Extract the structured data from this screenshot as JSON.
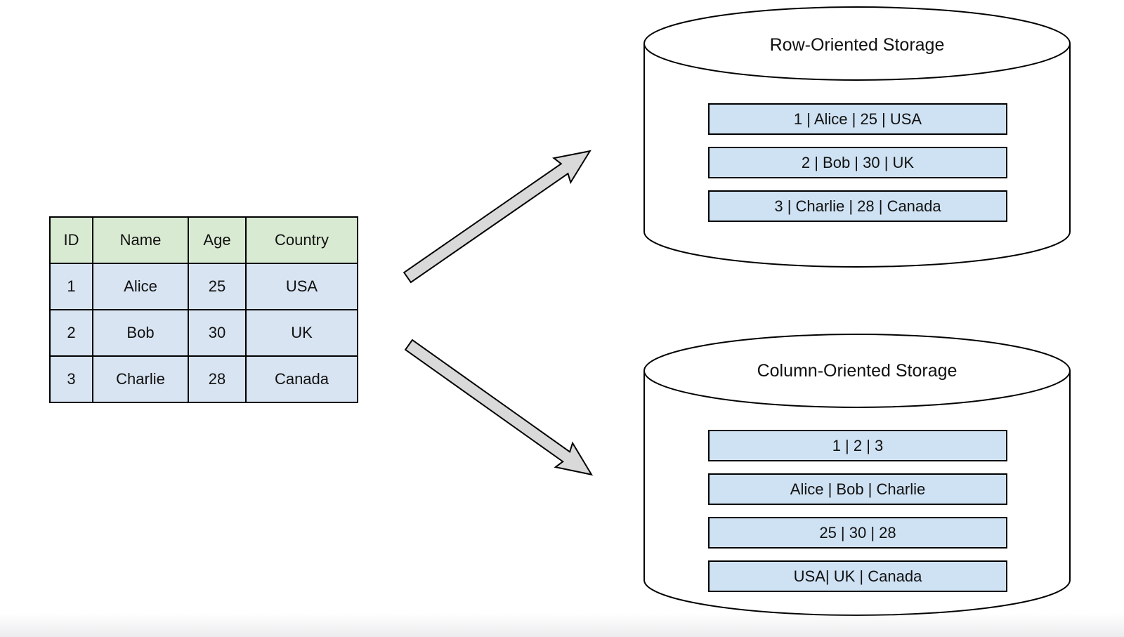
{
  "diagram": {
    "source_table": {
      "headers": [
        "ID",
        "Name",
        "Age",
        "Country"
      ],
      "rows": [
        [
          "1",
          "Alice",
          "25",
          "USA"
        ],
        [
          "2",
          "Bob",
          "30",
          "UK"
        ],
        [
          "3",
          "Charlie",
          "28",
          "Canada"
        ]
      ]
    },
    "row_storage": {
      "title": "Row-Oriented Storage",
      "records": [
        "1 | Alice | 25 | USA",
        "2 | Bob | 30 | UK",
        "3 | Charlie | 28 | Canada"
      ]
    },
    "column_storage": {
      "title": "Column-Oriented Storage",
      "records": [
        "1 | 2 | 3",
        "Alice | Bob | Charlie",
        "25 | 30 | 28",
        "USA| UK | Canada"
      ]
    }
  },
  "colors": {
    "background": "#ffffff",
    "header_green": "#d9ead3",
    "table_cell_blue": "#d8e4f2",
    "record_blue": "#cfe2f3",
    "arrow_gray": "#d9d9d9",
    "outline_black": "#000000"
  }
}
